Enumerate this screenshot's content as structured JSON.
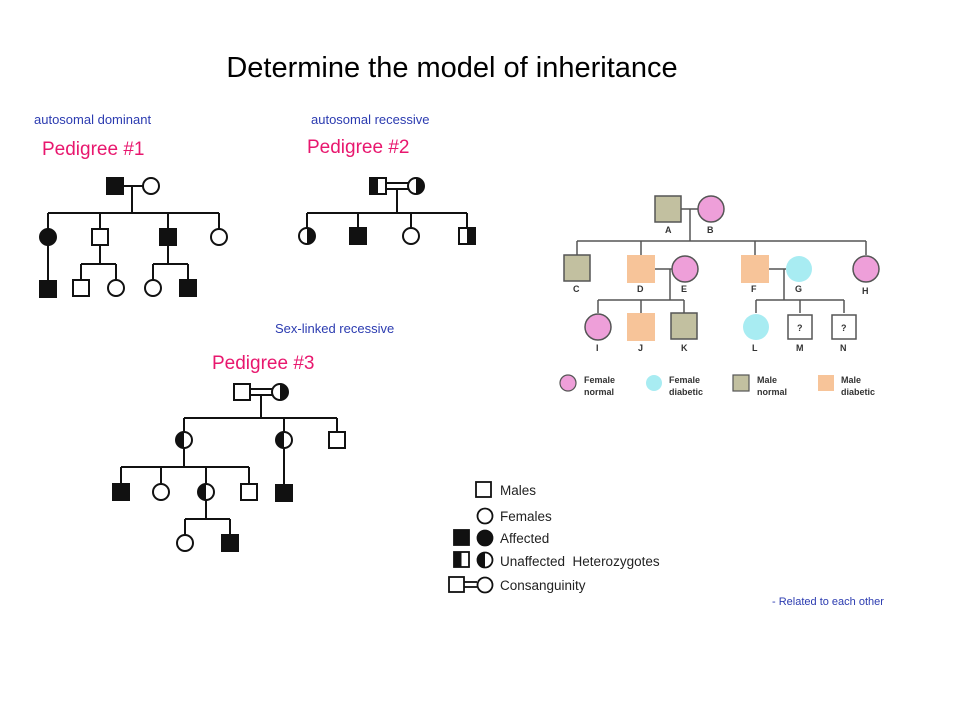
{
  "title": "Determine the model of inheritance",
  "pedigree1": {
    "label": "Pedigree #1",
    "mode": "autosomal dominant"
  },
  "pedigree2": {
    "label": "Pedigree #2",
    "mode": "autosomal recessive"
  },
  "pedigree3": {
    "label": "Pedigree #3",
    "mode": "Sex-linked recessive"
  },
  "family_tree": {
    "members": [
      "A",
      "B",
      "C",
      "D",
      "E",
      "F",
      "G",
      "H",
      "I",
      "J",
      "K",
      "L",
      "M",
      "N"
    ],
    "unknown_mark": "?",
    "legend": [
      {
        "text1": "Female",
        "text2": "normal",
        "color": "#ee9fd9"
      },
      {
        "text1": "Female",
        "text2": "diabetic",
        "color": "#a8ecf2"
      },
      {
        "text1": "Male",
        "text2": "normal",
        "color": "#c2c0a0"
      },
      {
        "text1": "Male",
        "text2": "diabetic",
        "color": "#f7c499"
      }
    ]
  },
  "key": {
    "males": "Males",
    "females": "Females",
    "affected": "Affected",
    "heterozygotes": "Unaffected  Heterozygotes",
    "consanguinity": "Consanguinity"
  },
  "note": "- Related to each other",
  "colors": {
    "title": "#000000",
    "mode_text": "#2b3bb0",
    "pedigree_label": "#e8176e"
  }
}
